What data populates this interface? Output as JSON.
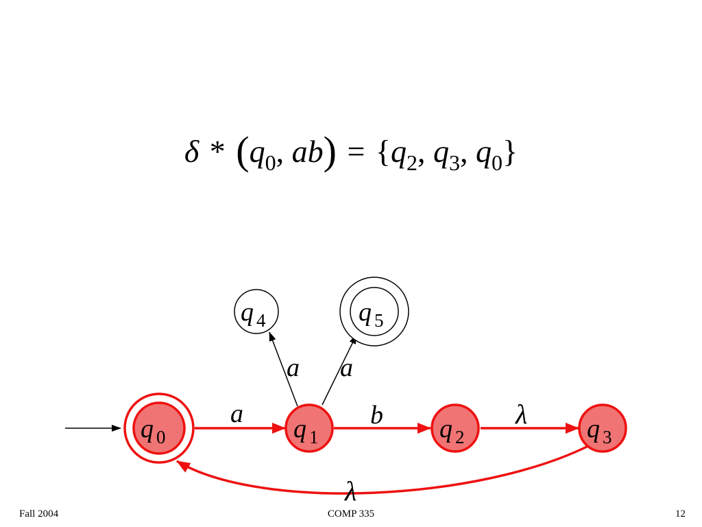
{
  "formula": {
    "delta": "δ",
    "star": "*",
    "open_paren": "(",
    "q": "q",
    "sub0": "0",
    "comma": ",",
    "input": "ab",
    "close_paren": ")",
    "equals": "=",
    "open_brace": "{",
    "sub2": "2",
    "sub3": "3",
    "close_brace": "}"
  },
  "colors": {
    "path_red": "#ee1111",
    "state_fill": "#f07474",
    "black": "#000000"
  },
  "diagram": {
    "states": [
      {
        "id": "q0",
        "letter": "q",
        "sub": "0",
        "accepting": true,
        "highlighted": true
      },
      {
        "id": "q1",
        "letter": "q",
        "sub": "1",
        "accepting": false,
        "highlighted": true
      },
      {
        "id": "q2",
        "letter": "q",
        "sub": "2",
        "accepting": false,
        "highlighted": true
      },
      {
        "id": "q3",
        "letter": "q",
        "sub": "3",
        "accepting": false,
        "highlighted": true
      },
      {
        "id": "q4",
        "letter": "q",
        "sub": "4",
        "accepting": false,
        "highlighted": false
      },
      {
        "id": "q5",
        "letter": "q",
        "sub": "5",
        "accepting": true,
        "highlighted": false
      }
    ],
    "edges": [
      {
        "from": "q0",
        "to": "q1",
        "label": "a",
        "highlighted": true
      },
      {
        "from": "q1",
        "to": "q2",
        "label": "b",
        "highlighted": true
      },
      {
        "from": "q2",
        "to": "q3",
        "label": "λ",
        "highlighted": true
      },
      {
        "from": "q3",
        "to": "q0",
        "label": "λ",
        "highlighted": true
      },
      {
        "from": "q1",
        "to": "q4",
        "label": "a",
        "highlighted": false
      },
      {
        "from": "q1",
        "to": "q5",
        "label": "a",
        "highlighted": false
      }
    ]
  },
  "footer": {
    "left": "Fall 2004",
    "center": "COMP 335",
    "right": "12"
  }
}
